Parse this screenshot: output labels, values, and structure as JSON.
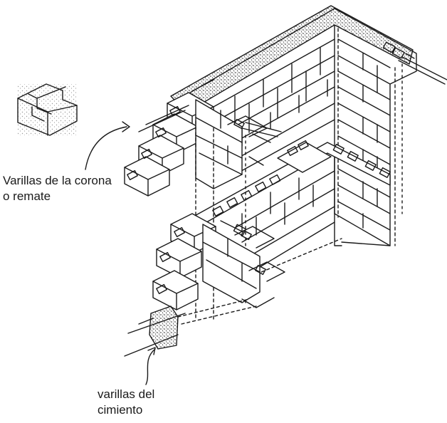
{
  "labels": {
    "corona": {
      "line1": "Varillas de la corona",
      "line2": "o remate"
    },
    "cimiento": {
      "line1": "varillas del",
      "line2": "cimiento"
    }
  },
  "icons": {
    "block": "u-channel-block-icon",
    "corona_arrow": "curved-arrow-icon",
    "cimiento_arrow": "curved-arrow-icon"
  },
  "colors": {
    "ink": "#1a1a1a",
    "background": "#ffffff",
    "concrete_stipple": "#333333"
  }
}
